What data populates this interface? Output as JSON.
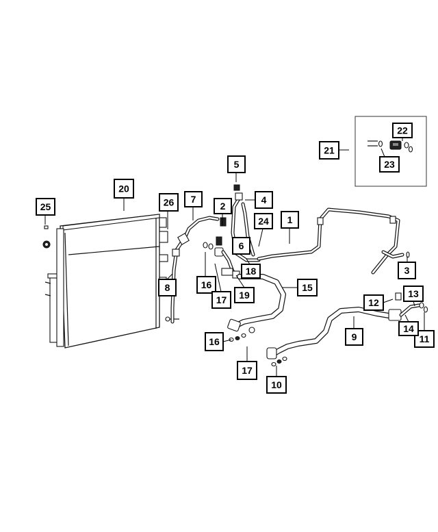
{
  "callouts": [
    {
      "id": "c1",
      "label": "1"
    },
    {
      "id": "c2",
      "label": "2"
    },
    {
      "id": "c3",
      "label": "3"
    },
    {
      "id": "c4",
      "label": "4"
    },
    {
      "id": "c5",
      "label": "5"
    },
    {
      "id": "c6",
      "label": "6"
    },
    {
      "id": "c7",
      "label": "7"
    },
    {
      "id": "c8",
      "label": "8"
    },
    {
      "id": "c9",
      "label": "9"
    },
    {
      "id": "c10",
      "label": "10"
    },
    {
      "id": "c11",
      "label": "11"
    },
    {
      "id": "c12",
      "label": "12"
    },
    {
      "id": "c13",
      "label": "13"
    },
    {
      "id": "c14",
      "label": "14"
    },
    {
      "id": "c15",
      "label": "15"
    },
    {
      "id": "c16a",
      "label": "16"
    },
    {
      "id": "c16b",
      "label": "16"
    },
    {
      "id": "c17a",
      "label": "17"
    },
    {
      "id": "c17b",
      "label": "17"
    },
    {
      "id": "c18",
      "label": "18"
    },
    {
      "id": "c19",
      "label": "19"
    },
    {
      "id": "c20",
      "label": "20"
    },
    {
      "id": "c21",
      "label": "21"
    },
    {
      "id": "c22",
      "label": "22"
    },
    {
      "id": "c23",
      "label": "23"
    },
    {
      "id": "c24",
      "label": "24"
    },
    {
      "id": "c25",
      "label": "25"
    },
    {
      "id": "c26",
      "label": "26"
    }
  ]
}
